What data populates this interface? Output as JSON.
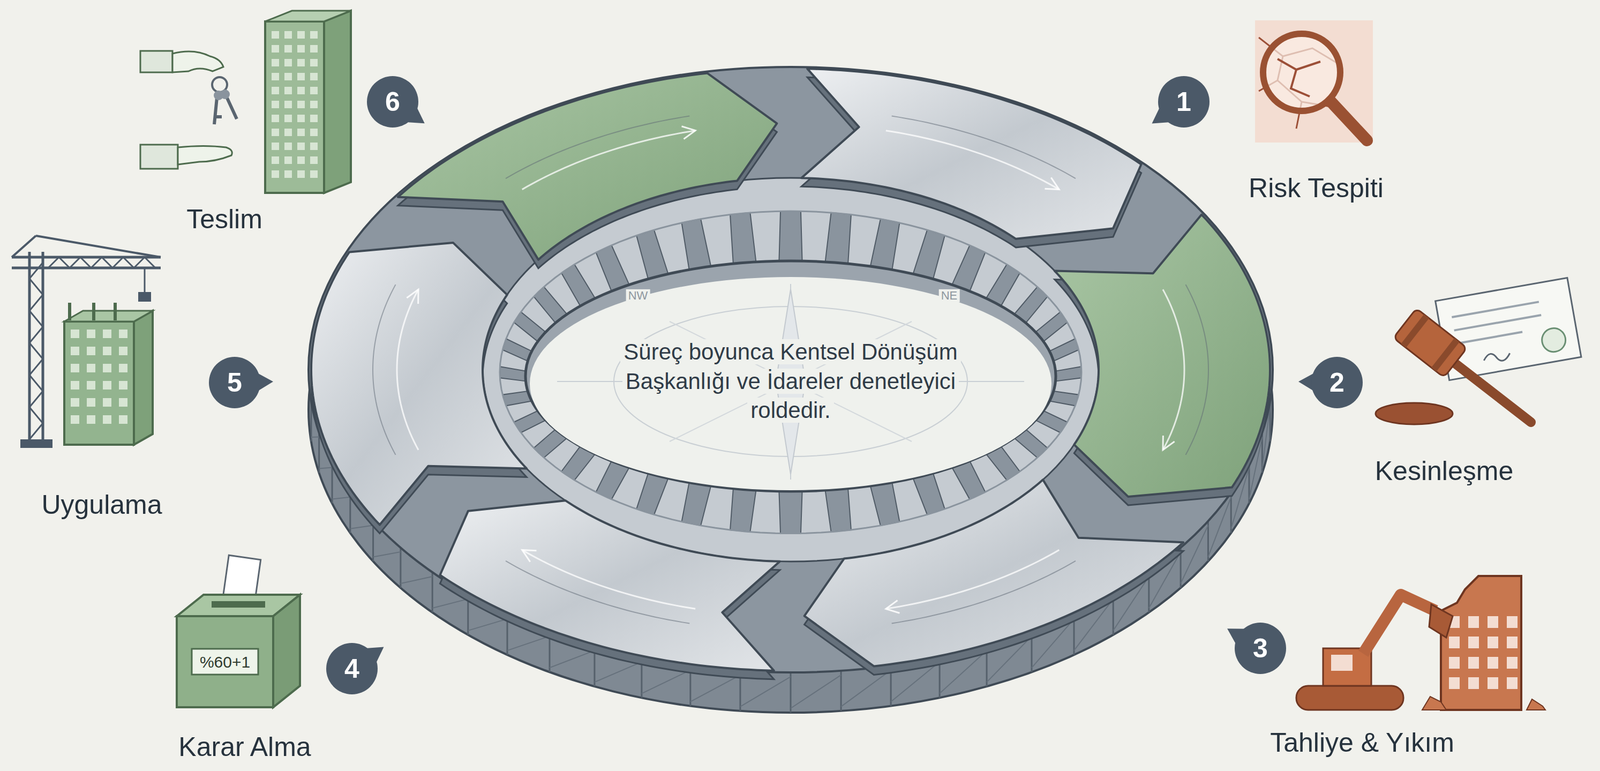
{
  "diagram": {
    "nodes": [
      {
        "text": [
          "1",
          "Risk Tespiti"
        ]
      },
      {
        "text": [
          "2",
          "Kesinleşme"
        ]
      },
      {
        "text": [
          "3",
          "Tahliye & Yıkım"
        ]
      },
      {
        "text": [
          "4",
          "Karar Alma"
        ]
      },
      {
        "text": [
          "5",
          "Uygulama"
        ]
      },
      {
        "text": [
          "6",
          "Teslim"
        ]
      },
      {
        "text": [
          "Süreç boyunca Kentsel Dönüşüm Başkanlığı ve İdareler denetleyici roldedir."
        ]
      }
    ],
    "labels": [
      "NW",
      "NE",
      "%60+1"
    ]
  }
}
